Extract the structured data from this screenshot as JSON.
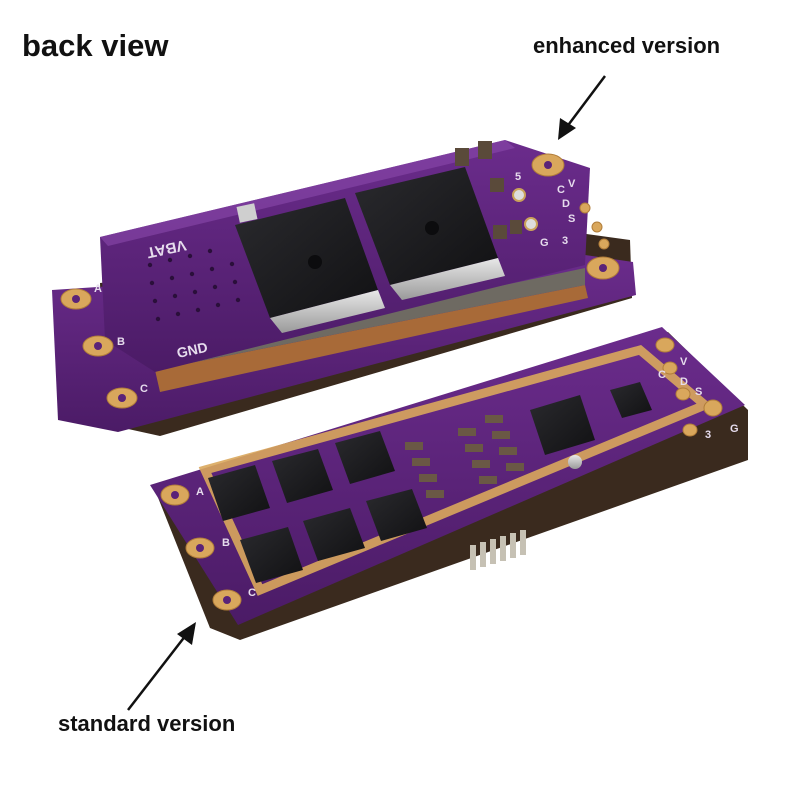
{
  "labels": {
    "view": "back view",
    "enhanced": "enhanced version",
    "standard": "standard version"
  },
  "silkscreen": {
    "vbat": "VBAT",
    "gnd": "GND",
    "phase_a": "A",
    "phase_b": "B",
    "phase_c": "C",
    "pin_v": "V",
    "pin_c": "C",
    "pin_d": "D",
    "pin_s": "S",
    "pin_g": "G",
    "pin_5": "5",
    "pin_3": "3"
  },
  "colors": {
    "pcb": "#5a2378",
    "pcb_dark": "#3d1553",
    "gold": "#d9a75c",
    "chip": "#1c1c1e",
    "copper": "#b9723a",
    "text": "#111111"
  }
}
